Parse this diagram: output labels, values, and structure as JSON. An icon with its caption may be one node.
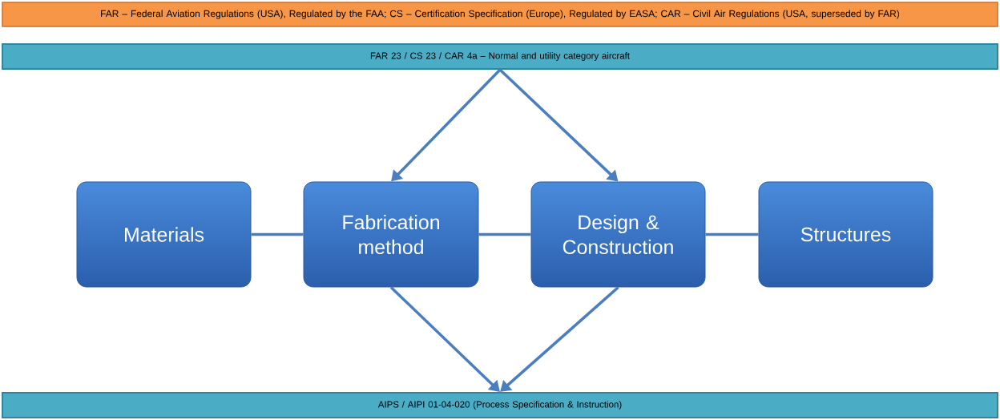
{
  "diagram": {
    "nodes": [
      {
        "text": [
          "FAR – Federal Aviation Regulations (USA), Regulated by the FAA; CS – Certification Specification (Europe), Regulated by EASA; CAR – Civil Air Regulations (USA, superseded by FAR)"
        ]
      },
      {
        "text": [
          "FAR 23 / CS 23 / CAR 4a – Normal and utility category aircraft"
        ]
      },
      {
        "text": [
          "Materials"
        ]
      },
      {
        "text": [
          "Fabrication method"
        ]
      },
      {
        "text": [
          "Design & Construction"
        ]
      },
      {
        "text": [
          "Structures"
        ]
      },
      {
        "text": [
          "AIPS / AIPI 01-04-020 (Process Specification & Instruction)"
        ]
      }
    ],
    "edges": [
      {
        "from": 1,
        "to": 3,
        "arrow": "to"
      },
      {
        "from": 1,
        "to": 4,
        "arrow": "to"
      },
      {
        "from": 2,
        "to": 3,
        "arrow": "none"
      },
      {
        "from": 3,
        "to": 4,
        "arrow": "none"
      },
      {
        "from": 4,
        "to": 5,
        "arrow": "none"
      },
      {
        "from": 3,
        "to": 6,
        "arrow": "to"
      },
      {
        "from": 4,
        "to": 6,
        "arrow": "to"
      }
    ]
  }
}
